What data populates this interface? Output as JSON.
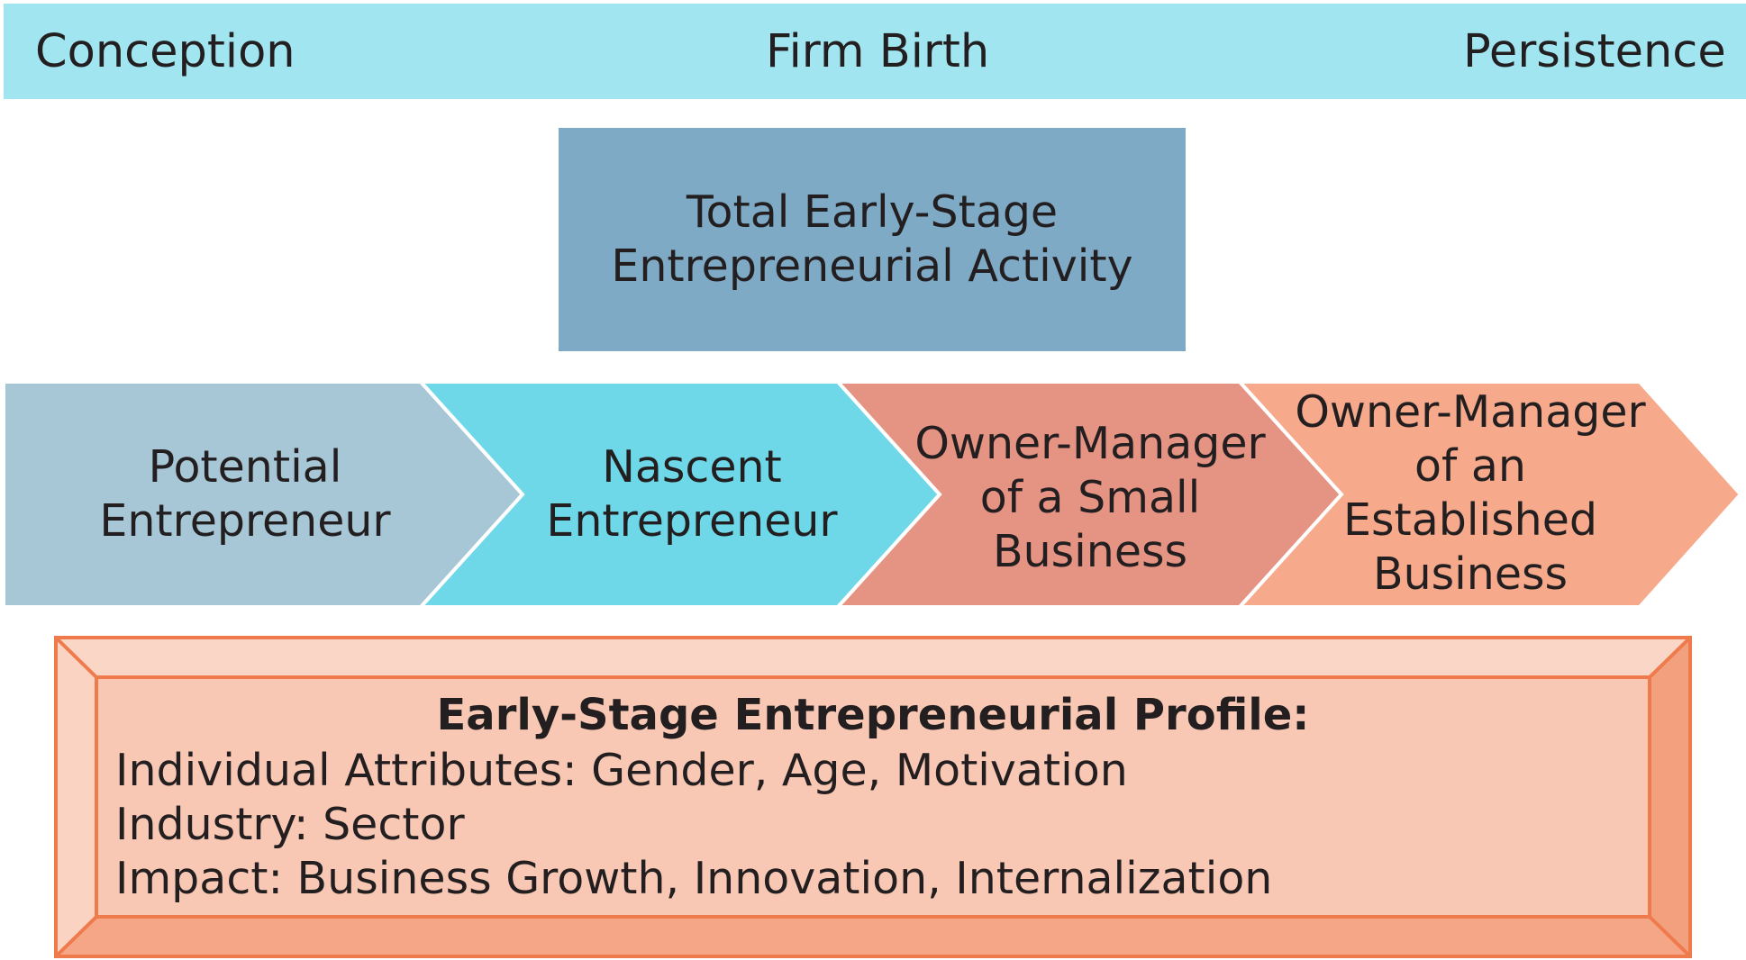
{
  "stages": {
    "conception": "Conception",
    "firm_birth": "Firm Birth",
    "persistence": "Persistence"
  },
  "tea_box": {
    "line1": "Total Early-Stage",
    "line2": "Entrepreneurial Activity"
  },
  "phases": [
    {
      "lines": [
        "Potential",
        "Entrepreneur"
      ]
    },
    {
      "lines": [
        "Nascent",
        "Entrepreneur"
      ]
    },
    {
      "lines": [
        "Owner-Manager",
        "of a Small",
        "Business"
      ]
    },
    {
      "lines": [
        "Owner-Manager",
        "of an",
        "Established",
        "Business"
      ]
    }
  ],
  "profile": {
    "title": "Early-Stage Entrepreneurial Profile:",
    "lines": [
      "Individual Attributes: Gender, Age, Motivation",
      "Industry: Sector",
      "Impact: Business Growth, Innovation, Internalization"
    ]
  },
  "colors": {
    "stage_bar": "#a1e5f1",
    "tea_box": "#7eaac5",
    "potential": "#a7c6d6",
    "nascent": "#6ed8e8",
    "small_business": "#e59383",
    "established_business": "#f6aa8b",
    "profile_face": "#f9c8b4",
    "profile_border": "#ef7a4c"
  }
}
